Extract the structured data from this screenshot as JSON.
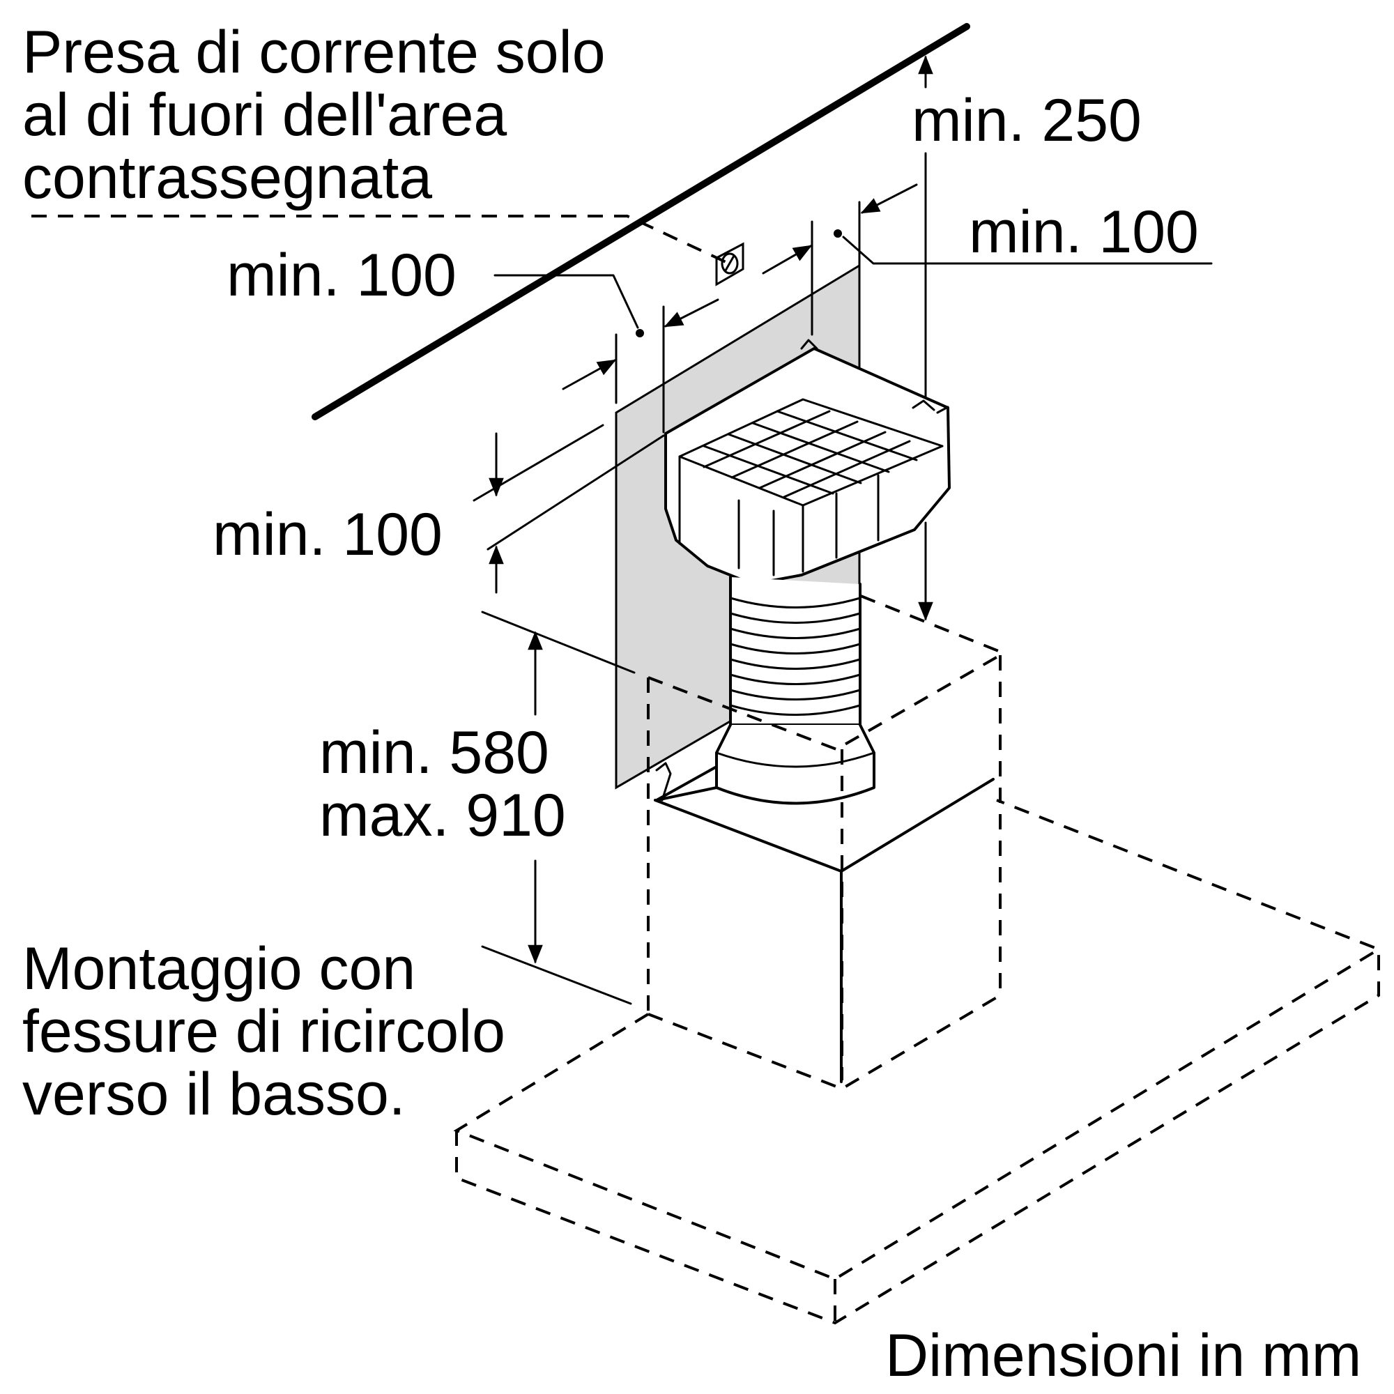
{
  "labels": {
    "power_outlet_line1": "Presa di corrente solo",
    "power_outlet_line2": "al di fuori dell'area",
    "power_outlet_line3": "contrassegnata",
    "top_clearance": "min. 250",
    "right_side_clearance": "min. 100",
    "left_side_clearance": "min. 100",
    "bottom_clearance": "min. 100",
    "height_min": "min. 580",
    "height_max": "max. 910",
    "mounting_line1": "Montaggio con",
    "mounting_line2": "fessure di ricircolo",
    "mounting_line3": "verso il basso.",
    "units_note": "Dimensioni in mm"
  },
  "colors": {
    "line": "#000000",
    "marked_area": "#d9d9d9",
    "background": "#ffffff"
  }
}
